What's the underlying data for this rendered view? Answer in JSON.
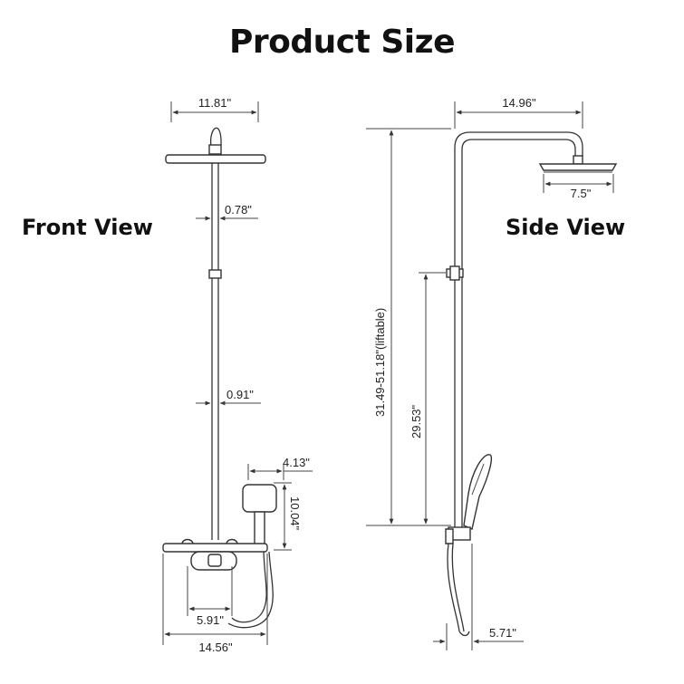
{
  "title": "Product Size",
  "views": {
    "front": "Front View",
    "side": "Side View"
  },
  "dimensions": {
    "head_width": "11.81\"",
    "pipe_upper": "0.78\"",
    "pipe_lower": "0.91\"",
    "handset_offset": "4.13\"",
    "handset_height": "10.04\"",
    "valve_spacing": "5.91\"",
    "shelf_width": "14.56\"",
    "arm_reach": "14.96\"",
    "head_diameter": "7.5\"",
    "total_height": "31.49-51.18\"(liftable)",
    "slide_height": "29.53\"",
    "wall_offset": "5.71\""
  }
}
